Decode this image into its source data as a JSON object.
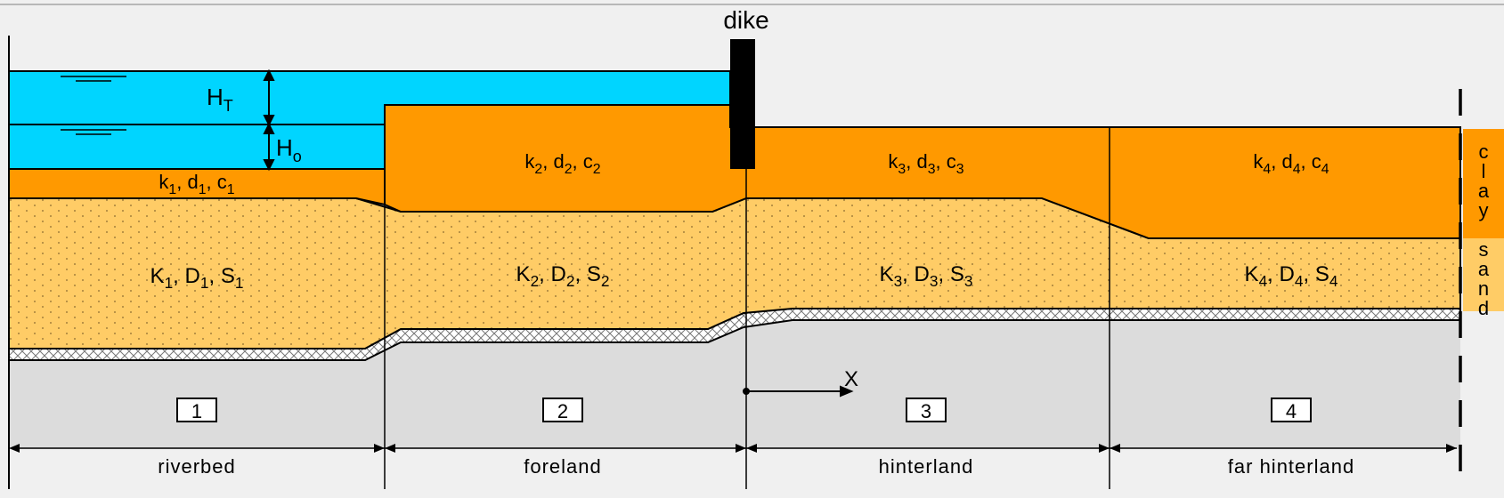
{
  "colors": {
    "water": "#00d5ff",
    "clay": "#ff9900",
    "sand": "#ffcc66",
    "base": "#dcdcdc",
    "background": "#f0f0f0"
  },
  "labels": {
    "dike": "dike",
    "water_level_top": "H",
    "water_level_top_sub": "T",
    "water_level_bottom": "H",
    "water_level_bottom_sub": "o",
    "x_axis": "X"
  },
  "legend": {
    "clay": [
      "c",
      "l",
      "a",
      "y"
    ],
    "sand": [
      "s",
      "a",
      "n",
      "d"
    ]
  },
  "zones": [
    {
      "number": "1",
      "name": "riverbed",
      "clay": {
        "a": "k",
        "a_sub": "1",
        "b": "d",
        "b_sub": "1",
        "c": "c",
        "c_sub": "1"
      },
      "sand": {
        "a": "K",
        "a_sub": "1",
        "b": "D",
        "b_sub": "1",
        "c": "S",
        "c_sub": "1"
      }
    },
    {
      "number": "2",
      "name": "foreland",
      "clay": {
        "a": "k",
        "a_sub": "2",
        "b": "d",
        "b_sub": "2",
        "c": "c",
        "c_sub": "2"
      },
      "sand": {
        "a": "K",
        "a_sub": "2",
        "b": "D",
        "b_sub": "2",
        "c": "S",
        "c_sub": "2"
      }
    },
    {
      "number": "3",
      "name": "hinterland",
      "clay": {
        "a": "k",
        "a_sub": "3",
        "b": "d",
        "b_sub": "3",
        "c": "c",
        "c_sub": "3"
      },
      "sand": {
        "a": "K",
        "a_sub": "3",
        "b": "D",
        "b_sub": "3",
        "c": "S",
        "c_sub": "3"
      }
    },
    {
      "number": "4",
      "name": "far hinterland",
      "clay": {
        "a": "k",
        "a_sub": "4",
        "b": "d",
        "b_sub": "4",
        "c": "c",
        "c_sub": "4"
      },
      "sand": {
        "a": "K",
        "a_sub": "4",
        "b": "D",
        "b_sub": "4",
        "c": "S",
        "c_sub": "4"
      }
    }
  ]
}
